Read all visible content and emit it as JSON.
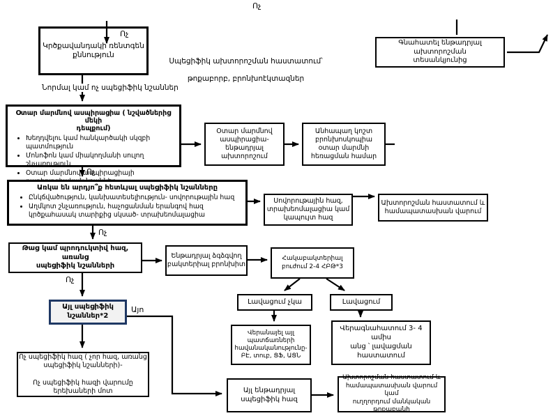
{
  "labels": {
    "no_top": "Ոչ",
    "no_chest": "Ոչ",
    "normal_signs": "Նորմալ կամ ոչ սպեցիֆիկ նշաններ",
    "specific_diagnosis": "Սպեցիֆիկ ախտորոշման հաստատում՝\nթոքաբորբ, բրոնխոէկտազներ",
    "no_after_aspiration": "Ոչ",
    "no_after_signs": "Ոչ",
    "no_after_wet": "Ոչ",
    "yes_other_signs": "Այո"
  },
  "boxes": {
    "chest_xray": "Կրծքավանդակի ռենտգեն\nքննություն",
    "evaluate": "Գնահատել ենթադրյալ ախտորոշման\nտեսանկյունից",
    "aspiration": {
      "title": "Օտար մարմնով ասպիրացիա ( նշվածներից մեկի\nդեպքում)",
      "bullets": [
        "Խեղդվելու կամ հանկարծակի սկզբի պատմություն",
        "Մոնոֆոն կամ միակողմանի սուլող շնչառություն",
        "Օտար մարմնով ասպիրացիայի ռադիոլոգիական նշաններ"
      ]
    },
    "aspiration_presumed": "Օտար մարմնով\nասպիրացիա-\nենթադրյալ\nախտորոշում",
    "bronchoscopy": "Անհապաղ կոշտ\nբրոնխոսկոպիա\nօտար մարմնի\nհեռացման համար",
    "specific_signs": {
      "title": "Առկա են արդյո՞ք հետևյալ սպեցիֆիկ նշանները",
      "bullets": [
        "Ընկճվածություն, կանխատեսելիություն- սովորութային հազ",
        "Աղմկոտ շնչառություն, հաչոցանման երանգով հազ կրծքահասակ տարիքից սկսած- տրախեոմալացիա"
      ]
    },
    "habitual": "Սովորութային հազ,\nտրախեոմալացիա կամ\nկապույտ հազ",
    "confirm_manage": "Ախտորոշման հաստատում և\nհամապատասխան վարում",
    "wet_cough": "Թաց կամ պրոդուկտիվ հազ, առանց\nսպեցիֆիկ նշանների",
    "pbb": "Ենթադրյալ ձգձգվող\nբակտերիալ բրոնխիտ",
    "antibiotics": "Հակաբակտերիալ բուժում 2-4 ՀԲԹ*3",
    "no_improvement": "Լավացում չկա",
    "improvement": "Լավացում",
    "reconsider": "Վերանայել այլ պատճառների հավանականությունը- ԲԷ, տուբ, ՑՖ, ԱՑՆ",
    "reassess": "Վերագնահատում 3- 4 ամիս\nանց ՝ լավացման\nհաստատում",
    "other_specific_signs": "Այլ սպեցիֆիկ\nնշաններ*2",
    "nonspecific_cough": "Ոչ սպեցիֆիկ հազ ( չոր հազ, առանց\nսպեցիֆիկ նշանների)-\n\nՈչ սպեցիֆիկ հազի վարումը\nերեխաների մոտ",
    "other_presumed": "Այլ ենթադրյալ\nսպեցիֆիկ հազ",
    "confirm_refer": "Ախտորոշման հաստատում և\nհամապատասխան վարում կամ\nուղղորդում մանկական թոքաբանի"
  },
  "colors": {
    "line": "#000000",
    "highlight_border": "#1F3864",
    "highlight_fill": "#F2F2F2"
  }
}
